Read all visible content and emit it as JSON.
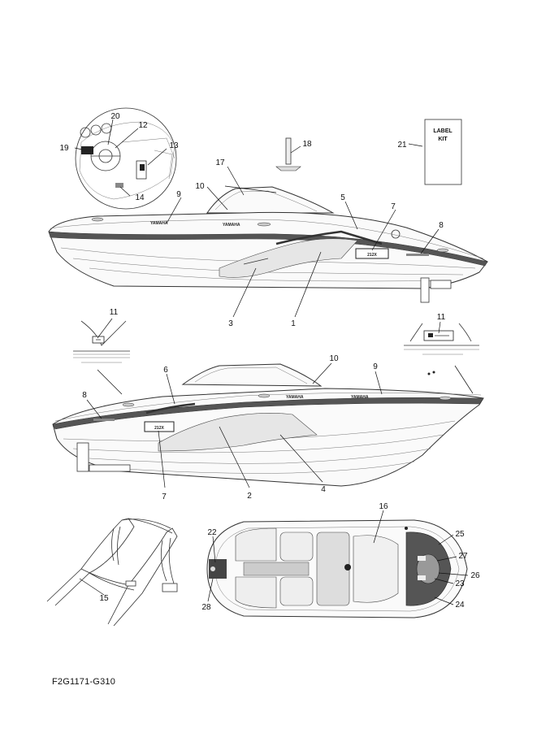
{
  "diagram_code": "F2G1171-G310",
  "label_kit_lines": [
    "LABEL",
    "KIT"
  ],
  "callouts": {
    "c1": "1",
    "c2": "2",
    "c3": "3",
    "c4": "4",
    "c5": "5",
    "c6": "6",
    "c7": "7",
    "c7b": "7",
    "c8": "8",
    "c8b": "8",
    "c9": "9",
    "c9b": "9",
    "c10": "10",
    "c10b": "10",
    "c11": "11",
    "c11b": "11",
    "c12": "12",
    "c13": "13",
    "c14": "14",
    "c15": "15",
    "c16": "16",
    "c17": "17",
    "c18": "18",
    "c19": "19",
    "c20": "20",
    "c21": "21",
    "c22": "22",
    "c23": "23",
    "c24": "24",
    "c25": "25",
    "c26": "26",
    "c27": "27",
    "c28": "28"
  },
  "decal_text": {
    "model_badge": "212X",
    "brand": "YAMAHA"
  }
}
